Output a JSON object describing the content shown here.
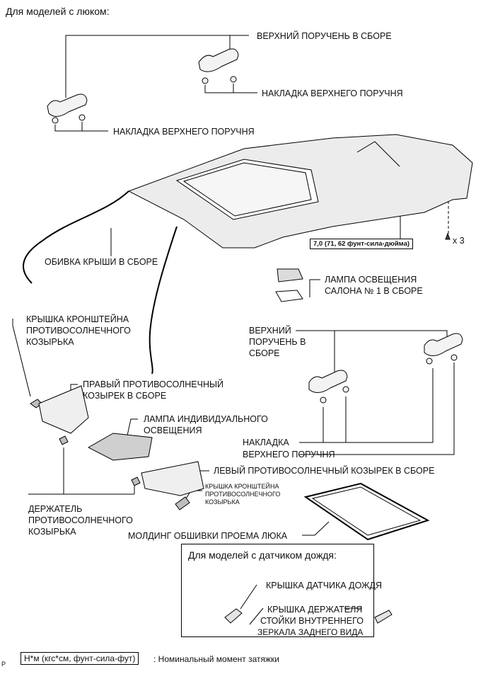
{
  "header": {
    "title": "Для моделей с люком:"
  },
  "labels": {
    "upper_handle_top": "ВЕРХНИЙ ПОРУЧЕНЬ В СБОРЕ",
    "handle_cover_top_right": "НАКЛАДКА ВЕРХНЕГО ПОРУЧНЯ",
    "handle_cover_top_left": "НАКЛАДКА ВЕРХНЕГО ПОРУЧНЯ",
    "roof_lining": "ОБИВКА КРЫШИ В СБОРЕ",
    "torque_spec": "7,0 (71, 62 фунт-сила-дюйма)",
    "clip_count": "x 3",
    "room_lamp": [
      "ЛАМПА ОСВЕЩЕНИЯ",
      "САЛОНА № 1 В СБОРЕ"
    ],
    "visor_bracket_cover_left": [
      "КРЫШКА КРОНШТЕЙНА",
      "ПРОТИВОСОЛНЕЧНОГО",
      "КОЗЫРЬКА"
    ],
    "upper_handle_right": [
      "ВЕРХНИЙ",
      "ПОРУЧЕНЬ В",
      "СБОРЕ"
    ],
    "right_visor": [
      "ПРАВЫЙ ПРОТИВОСОЛНЕЧНЫЙ",
      "КОЗЫРЕК В СБОРЕ"
    ],
    "map_lamp": [
      "ЛАМПА ИНДИВИДУАЛЬНОГО",
      "ОСВЕЩЕНИЯ"
    ],
    "handle_cover_bottom": [
      "НАКЛАДКА",
      "ВЕРХНЕГО ПОРУЧНЯ"
    ],
    "left_visor": "ЛЕВЫЙ ПРОТИВОСОЛНЕЧНЫЙ КОЗЫРЕК В СБОРЕ",
    "visor_bracket_cover_small": [
      "КРЫШКА КРОНШТЕЙНА",
      "ПРОТИВОСОЛНЕЧНОГО",
      "КОЗЫРЬКА"
    ],
    "visor_holder": [
      "ДЕРЖАТЕЛЬ",
      "ПРОТИВОСОЛНЕЧНОГО",
      "КОЗЫРЬКА"
    ],
    "sunroof_molding": "МОЛДИНГ ОБШИВКИ ПРОЕМА ЛЮКА"
  },
  "inset": {
    "title": "Для моделей с датчиком дождя:",
    "rain_sensor_cover": "КРЫШКА ДАТЧИКА ДОЖДЯ",
    "mirror_holder_cover": [
      "КРЫШКА ДЕРЖАТЕЛЯ",
      "СТОЙКИ ВНУТРЕННЕГО",
      "ЗЕРКАЛА ЗАДНЕГО ВИДА"
    ]
  },
  "legend": {
    "unit_box": "Н*м (кгс*см, фунт-сила-фут)",
    "description": ": Номинальный момент затяжки"
  },
  "corner_mark": "P"
}
